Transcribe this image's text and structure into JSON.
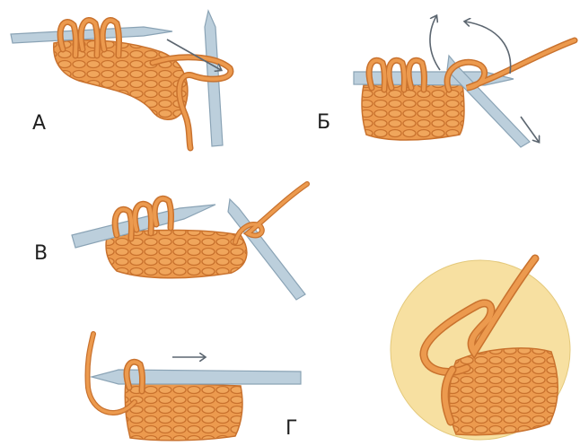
{
  "steps": [
    {
      "id": "a",
      "label": "А"
    },
    {
      "id": "b",
      "label": "Б"
    },
    {
      "id": "v",
      "label": "В"
    },
    {
      "id": "g",
      "label": "Г"
    }
  ],
  "colors": {
    "yarn": "#ec9a4e",
    "yarn_dark": "#c9722e",
    "needle": "#bccfdc",
    "needle_dark": "#8aa3b5",
    "arrow": "#5c6670",
    "detail_circle": "#f7e0a1"
  },
  "icons": [
    "arrow-icon",
    "rotation-arrow-icon"
  ]
}
